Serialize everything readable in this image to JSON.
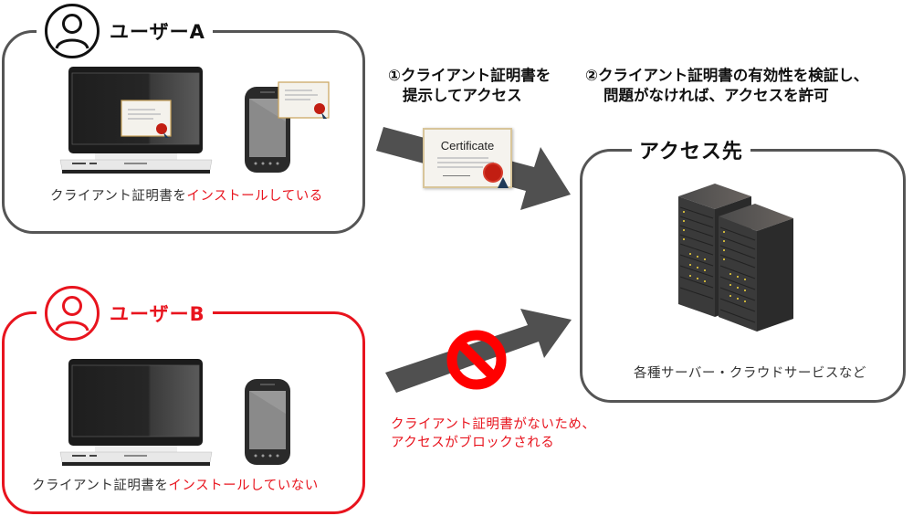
{
  "user_a": {
    "title": "ユーザーA",
    "icon": "user-icon",
    "caption_prefix": "クライアント証明書を",
    "caption_highlight": "インストールしている",
    "border_color": "#555555"
  },
  "user_b": {
    "title": "ユーザーB",
    "icon": "user-icon",
    "caption_prefix": "クライアント証明書を",
    "caption_highlight": "インストールしていない",
    "border_color": "#e8141e"
  },
  "destination": {
    "title": "アクセス先",
    "caption": "各種サーバー・クラウドサービスなど"
  },
  "steps": {
    "step1_line1": "①クライアント証明書を",
    "step1_line2": "提示してアクセス",
    "step2_line1": "②クライアント証明書の有効性を検証し、",
    "step2_line2": "問題がなければ、アクセスを許可"
  },
  "certificate": {
    "label": "Certificate"
  },
  "blocked": {
    "line1": "クライアント証明書がないため、",
    "line2": "アクセスがブロックされる"
  },
  "colors": {
    "accent_red": "#e8141e",
    "arrow": "#505050",
    "border_gray": "#555555"
  }
}
